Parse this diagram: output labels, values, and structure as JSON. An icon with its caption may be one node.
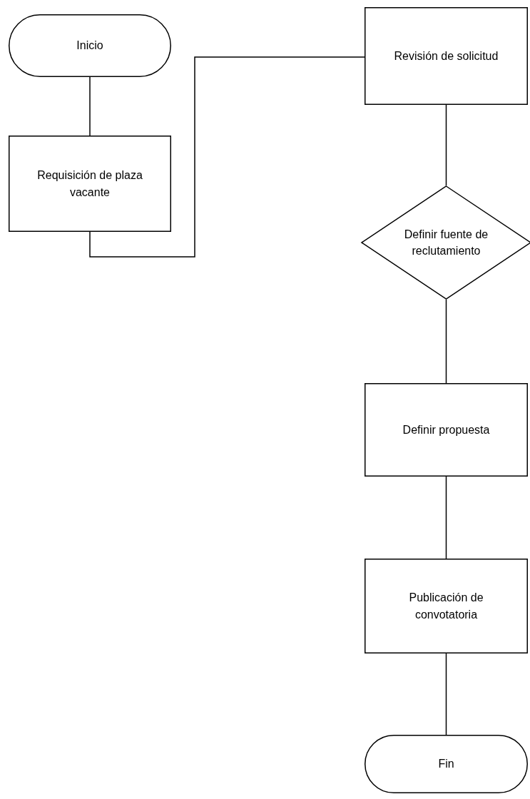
{
  "diagram": {
    "nodes": [
      {
        "text": [
          "Inicio"
        ]
      },
      {
        "text": [
          "Requisición de plaza vacante"
        ]
      },
      {
        "text": [
          "Revisión de solicitud"
        ]
      },
      {
        "text": [
          "Definir fuente de reclutamiento"
        ]
      },
      {
        "text": [
          "Definir propuesta"
        ]
      },
      {
        "text": [
          "Publicación de convotatoria"
        ]
      },
      {
        "text": [
          "Fin"
        ]
      }
    ],
    "edges": [
      {
        "from": 0,
        "to": 1,
        "arrow": "none"
      },
      {
        "from": 1,
        "to": 2,
        "arrow": "none"
      },
      {
        "from": 2,
        "to": 3,
        "arrow": "none"
      },
      {
        "from": 3,
        "to": 4,
        "arrow": "none"
      },
      {
        "from": 4,
        "to": 5,
        "arrow": "none"
      },
      {
        "from": 5,
        "to": 6,
        "arrow": "none"
      }
    ]
  }
}
